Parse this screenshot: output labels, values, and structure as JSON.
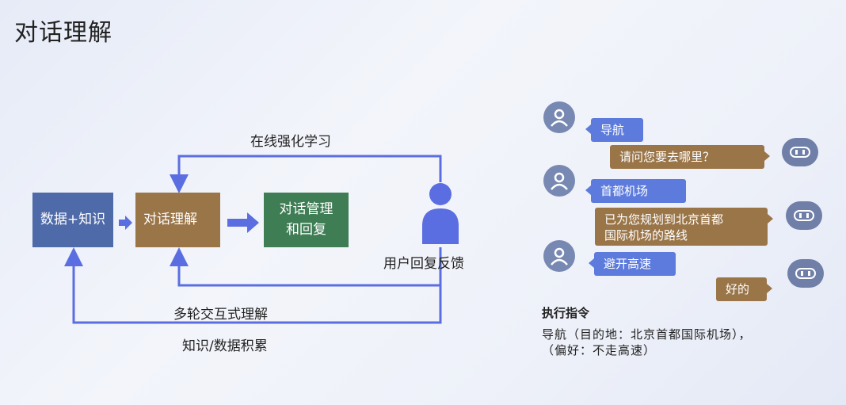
{
  "slide": {
    "title": "对话理解"
  },
  "flow": {
    "boxes": {
      "data_knowledge": "数据+知识",
      "nlu": "对话理解",
      "dm_line1": "对话管理",
      "dm_line2": "和回复"
    },
    "labels": {
      "online_rl": "在线强化学习",
      "user_feedback": "用户回复反馈",
      "multi_turn": "多轮交互式理解",
      "accumulation": "知识/数据积累"
    },
    "colors": {
      "data_box": "#4f6aa8",
      "nlu_box": "#9a7548",
      "dm_box": "#3f7d55",
      "arrow": "#5b6ee1",
      "user_icon": "#5b6ee1"
    }
  },
  "chat": {
    "messages": [
      {
        "role": "user",
        "text": "导航"
      },
      {
        "role": "bot",
        "text": "请问您要去哪里？"
      },
      {
        "role": "user",
        "text": "首都机场"
      },
      {
        "role": "bot",
        "line1": "已为您规划到北京首都",
        "line2": "国际机场的路线"
      },
      {
        "role": "user",
        "text": "避开高速"
      },
      {
        "role": "bot",
        "text": "好的"
      }
    ],
    "icons": {
      "user": "user-avatar-icon",
      "bot": "robot-icon"
    },
    "colors": {
      "user_bubble": "#5d7bdc",
      "bot_bubble": "#9a7548"
    }
  },
  "execution": {
    "title": "执行指令",
    "line1": "导航（目的地：北京首都国际机场），",
    "line2": "（偏好：不走高速）"
  }
}
